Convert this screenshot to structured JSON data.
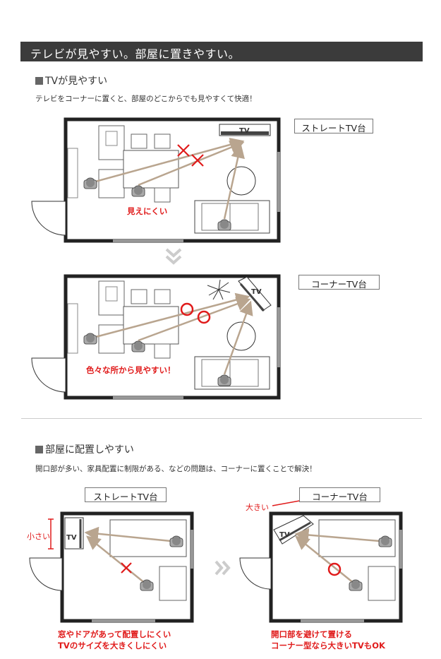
{
  "banner": {
    "title": "テレビが見やすい。部屋に置きやすい。"
  },
  "section1": {
    "heading": "TVが見やすい",
    "desc": "テレビをコーナーに置くと、部屋のどこからでも見やすくて快適！",
    "top_plan": {
      "tag": "ストレートTV台",
      "tv_text": "TV",
      "note": "見えにくい"
    },
    "bottom_plan": {
      "tag": "コーナーTV台",
      "tv_text": "TV",
      "note": "色々な所から見やすい！"
    }
  },
  "section2": {
    "heading": "部屋に配置しやすい",
    "desc": "開口部が多い、家具配置に制限がある、などの問題は、コーナーに置くことで解決！",
    "left_plan": {
      "tag": "ストレートTV台",
      "tv_text": "TV",
      "size_label": "小さい",
      "note_line1": "窓やドアがあって配置しにくい",
      "note_line2": "TVのサイズを大きくしにくい"
    },
    "right_plan": {
      "tag": "コーナーTV台",
      "tv_text": "TV",
      "size_label": "大きい",
      "note_line1": "開口部を避けて置ける",
      "note_line2": "コーナー型なら大きいTVもOK"
    }
  },
  "colors": {
    "banner_bg": "#3b3b3b",
    "accent_red": "#e01b1b",
    "sight_line": "#b9a58f"
  }
}
